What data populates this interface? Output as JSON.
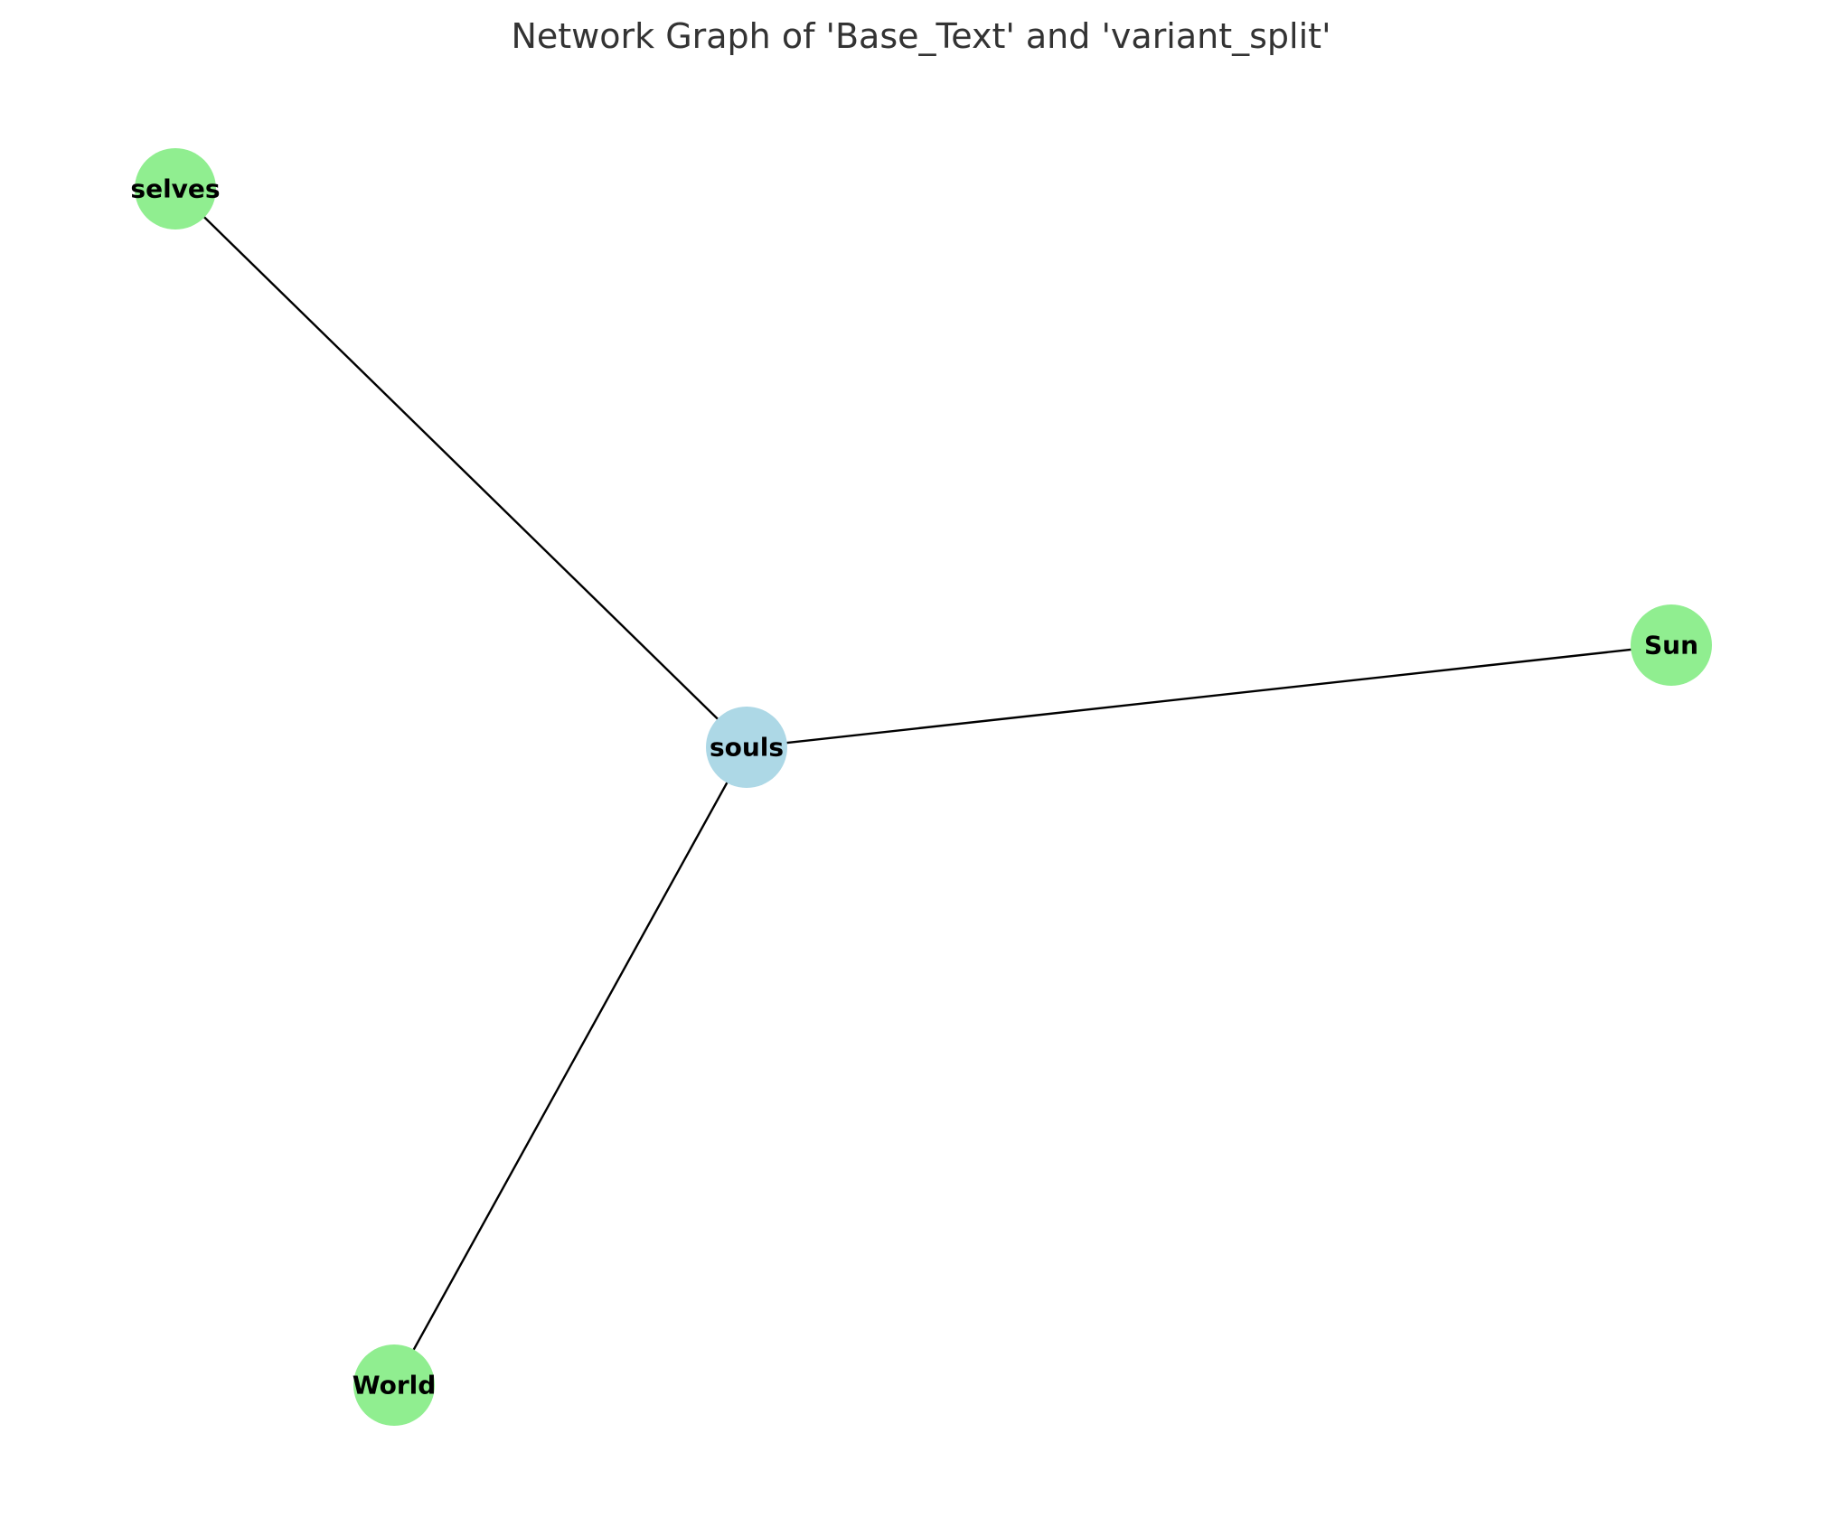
{
  "graph": {
    "title": "Network Graph of 'Base_Text' and 'variant_split'",
    "colors": {
      "base_node": "#add8e6",
      "variant_node": "#90ee90",
      "edge": "#000000",
      "title": "#333333",
      "label": "#000000"
    },
    "nodes": [
      {
        "id": "souls",
        "label": "souls",
        "group": "base"
      },
      {
        "id": "selves",
        "label": "selves",
        "group": "variant"
      },
      {
        "id": "Sun",
        "label": "Sun",
        "group": "variant"
      },
      {
        "id": "World",
        "label": "World",
        "group": "variant"
      }
    ],
    "edges": [
      {
        "source": "souls",
        "target": "selves"
      },
      {
        "source": "souls",
        "target": "Sun"
      },
      {
        "source": "souls",
        "target": "World"
      }
    ]
  }
}
